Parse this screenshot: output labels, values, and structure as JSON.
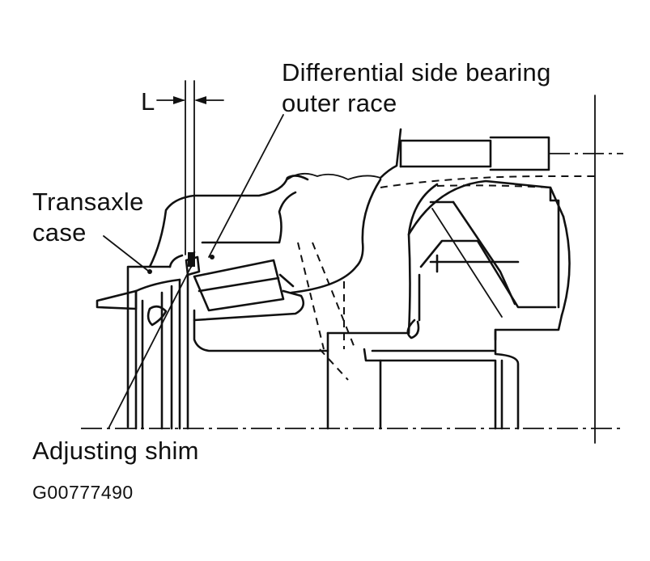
{
  "labels": {
    "dimension": "L",
    "outer_race_line1": "Differential side bearing",
    "outer_race_line2": "outer race",
    "case_line1": "Transaxle",
    "case_line2": "case",
    "shim": "Adjusting shim",
    "figure_id": "G00777490"
  },
  "colors": {
    "ink": "#111111",
    "background": "#ffffff"
  }
}
